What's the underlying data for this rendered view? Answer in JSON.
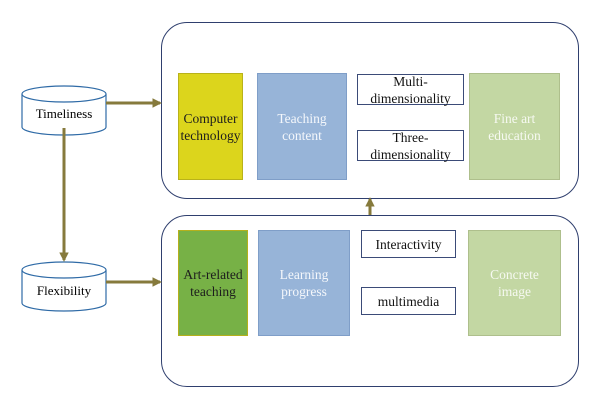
{
  "timeliness_label": "Timeliness",
  "flexibility_label": "Flexibility",
  "top_panel": {
    "computer_technology": "Computer technology",
    "teaching_content": "Teaching content",
    "multi_dimensionality": "Multi-dimensionality",
    "three_dimensionality": "Three-dimensionality",
    "fine_art_education": "Fine art education"
  },
  "bottom_panel": {
    "art_related_teaching": "Art-related teaching",
    "learning_progress": "Learning progress",
    "interactivity": "Interactivity",
    "multimedia": "multimedia",
    "concrete_image": "Concrete image"
  },
  "colors": {
    "arrow": "#867a3c",
    "panel_border": "#2f3f6e",
    "cylinder_stroke": "#2e6aa6",
    "yellow": "#dcd51c",
    "green_dark": "#77b146",
    "blue": "#97b4d8",
    "green_light": "#c3d7a3"
  }
}
